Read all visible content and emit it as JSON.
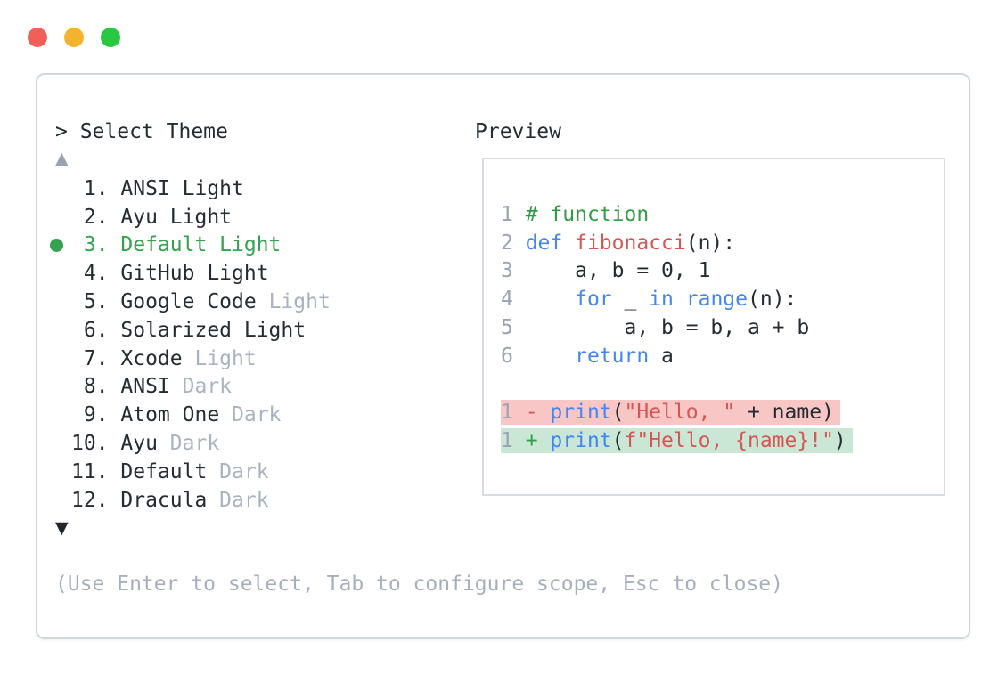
{
  "window": {
    "controls": [
      {
        "name": "close",
        "color": "#f25f58"
      },
      {
        "name": "minimize",
        "color": "#f3b32f"
      },
      {
        "name": "maximize",
        "color": "#28c840"
      }
    ]
  },
  "selector": {
    "prompt": "> Select Theme",
    "scroll_up_glyph": "▲",
    "scroll_down_glyph": "▼",
    "selected_number": "3",
    "items": [
      {
        "num": " 1.",
        "name": "ANSI Light",
        "muted": "",
        "selected": false
      },
      {
        "num": " 2.",
        "name": "Ayu Light",
        "muted": "",
        "selected": false
      },
      {
        "num": " 3.",
        "name": "Default Light",
        "muted": "",
        "selected": true
      },
      {
        "num": " 4.",
        "name": "GitHub Light",
        "muted": "",
        "selected": false
      },
      {
        "num": " 5.",
        "name": "Google Code",
        "muted": "Light",
        "selected": false
      },
      {
        "num": " 6.",
        "name": "Solarized Light",
        "muted": "",
        "selected": false
      },
      {
        "num": " 7.",
        "name": "Xcode",
        "muted": "Light",
        "selected": false
      },
      {
        "num": " 8.",
        "name": "ANSI",
        "muted": "Dark",
        "selected": false
      },
      {
        "num": " 9.",
        "name": "Atom One",
        "muted": "Dark",
        "selected": false
      },
      {
        "num": "10.",
        "name": "Ayu",
        "muted": "Dark",
        "selected": false
      },
      {
        "num": "11.",
        "name": "Default",
        "muted": "Dark",
        "selected": false
      },
      {
        "num": "12.",
        "name": "Dracula",
        "muted": "Dark",
        "selected": false
      }
    ],
    "help_text": "(Use Enter to select, Tab to configure scope, Esc to close)"
  },
  "preview": {
    "title": "Preview",
    "code_lines": [
      {
        "no": "1",
        "diff": "",
        "tokens": [
          [
            "com",
            "# function"
          ]
        ]
      },
      {
        "no": "2",
        "diff": "",
        "tokens": [
          [
            "kw",
            "def"
          ],
          [
            "fg",
            " "
          ],
          [
            "red",
            "fibonacci"
          ],
          [
            "fg",
            "(n):"
          ]
        ]
      },
      {
        "no": "3",
        "diff": "",
        "tokens": [
          [
            "fg",
            "    a, b = 0, 1"
          ]
        ]
      },
      {
        "no": "4",
        "diff": "",
        "tokens": [
          [
            "fg",
            "    "
          ],
          [
            "kw",
            "for"
          ],
          [
            "fg",
            " _ "
          ],
          [
            "kw",
            "in"
          ],
          [
            "fg",
            " "
          ],
          [
            "kw",
            "range"
          ],
          [
            "fg",
            "(n):"
          ]
        ]
      },
      {
        "no": "5",
        "diff": "",
        "tokens": [
          [
            "fg",
            "        a, b = b, a + b"
          ]
        ]
      },
      {
        "no": "6",
        "diff": "",
        "tokens": [
          [
            "fg",
            "    "
          ],
          [
            "kw",
            "return"
          ],
          [
            "fg",
            " a"
          ]
        ]
      },
      {
        "no": "",
        "diff": "",
        "tokens": []
      },
      {
        "no": "1",
        "diff": "removed",
        "tokens": [
          [
            "red",
            "- "
          ],
          [
            "kw",
            "print"
          ],
          [
            "fg",
            "("
          ],
          [
            "red",
            "\"Hello, \""
          ],
          [
            "fg",
            " + name)"
          ]
        ]
      },
      {
        "no": "1",
        "diff": "added",
        "tokens": [
          [
            "grn",
            "+ "
          ],
          [
            "kw",
            "print"
          ],
          [
            "fg",
            "("
          ],
          [
            "red",
            "f\"Hello, {name}!\""
          ],
          [
            "fg",
            ")"
          ]
        ]
      }
    ]
  },
  "colors": {
    "foreground": "#262c33",
    "muted": "#a9b3c1",
    "selection_green": "#34a24e",
    "keyword_blue": "#4285f4",
    "token_red": "#d65555",
    "comment_green": "#2f9e44",
    "removed_bg": "#f8c7c5",
    "added_bg": "#c9e7d4",
    "panel_border": "#d2d8e0"
  }
}
